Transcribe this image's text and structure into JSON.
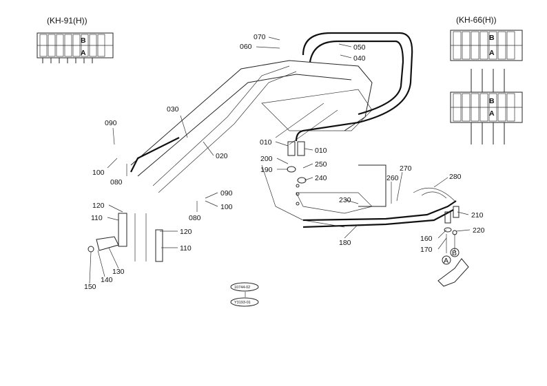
{
  "headers": {
    "left": "(KH-91(H))",
    "right": "(KH-66(H))"
  },
  "valve_marks": {
    "b": "B",
    "a": "A"
  },
  "callouts": [
    {
      "id": "c070",
      "text": "070"
    },
    {
      "id": "c060",
      "text": "060"
    },
    {
      "id": "c050",
      "text": "050"
    },
    {
      "id": "c040",
      "text": "040"
    },
    {
      "id": "c030",
      "text": "030"
    },
    {
      "id": "c020",
      "text": "020"
    },
    {
      "id": "c090a",
      "text": "090"
    },
    {
      "id": "c100a",
      "text": "100"
    },
    {
      "id": "c080a",
      "text": "080"
    },
    {
      "id": "c090b",
      "text": "090"
    },
    {
      "id": "c100b",
      "text": "100"
    },
    {
      "id": "c080b",
      "text": "080"
    },
    {
      "id": "c010a",
      "text": "010"
    },
    {
      "id": "c010b",
      "text": "010"
    },
    {
      "id": "c200",
      "text": "200"
    },
    {
      "id": "c250",
      "text": "250"
    },
    {
      "id": "c190",
      "text": "190"
    },
    {
      "id": "c240",
      "text": "240"
    },
    {
      "id": "c270",
      "text": "270"
    },
    {
      "id": "c260",
      "text": "260"
    },
    {
      "id": "c280",
      "text": "280"
    },
    {
      "id": "c230",
      "text": "230"
    },
    {
      "id": "c180",
      "text": "180"
    },
    {
      "id": "c210",
      "text": "210"
    },
    {
      "id": "c220",
      "text": "220"
    },
    {
      "id": "c160",
      "text": "160"
    },
    {
      "id": "c170",
      "text": "170"
    },
    {
      "id": "c120a",
      "text": "120"
    },
    {
      "id": "c110a",
      "text": "110"
    },
    {
      "id": "c120b",
      "text": "120"
    },
    {
      "id": "c110b",
      "text": "110"
    },
    {
      "id": "c130",
      "text": "130"
    },
    {
      "id": "c140",
      "text": "140"
    },
    {
      "id": "c150",
      "text": "150"
    }
  ],
  "circle_marks": {
    "a": "A",
    "b": "B"
  },
  "stamps": {
    "top": "10744-02",
    "bottom": "Y3193-01"
  }
}
